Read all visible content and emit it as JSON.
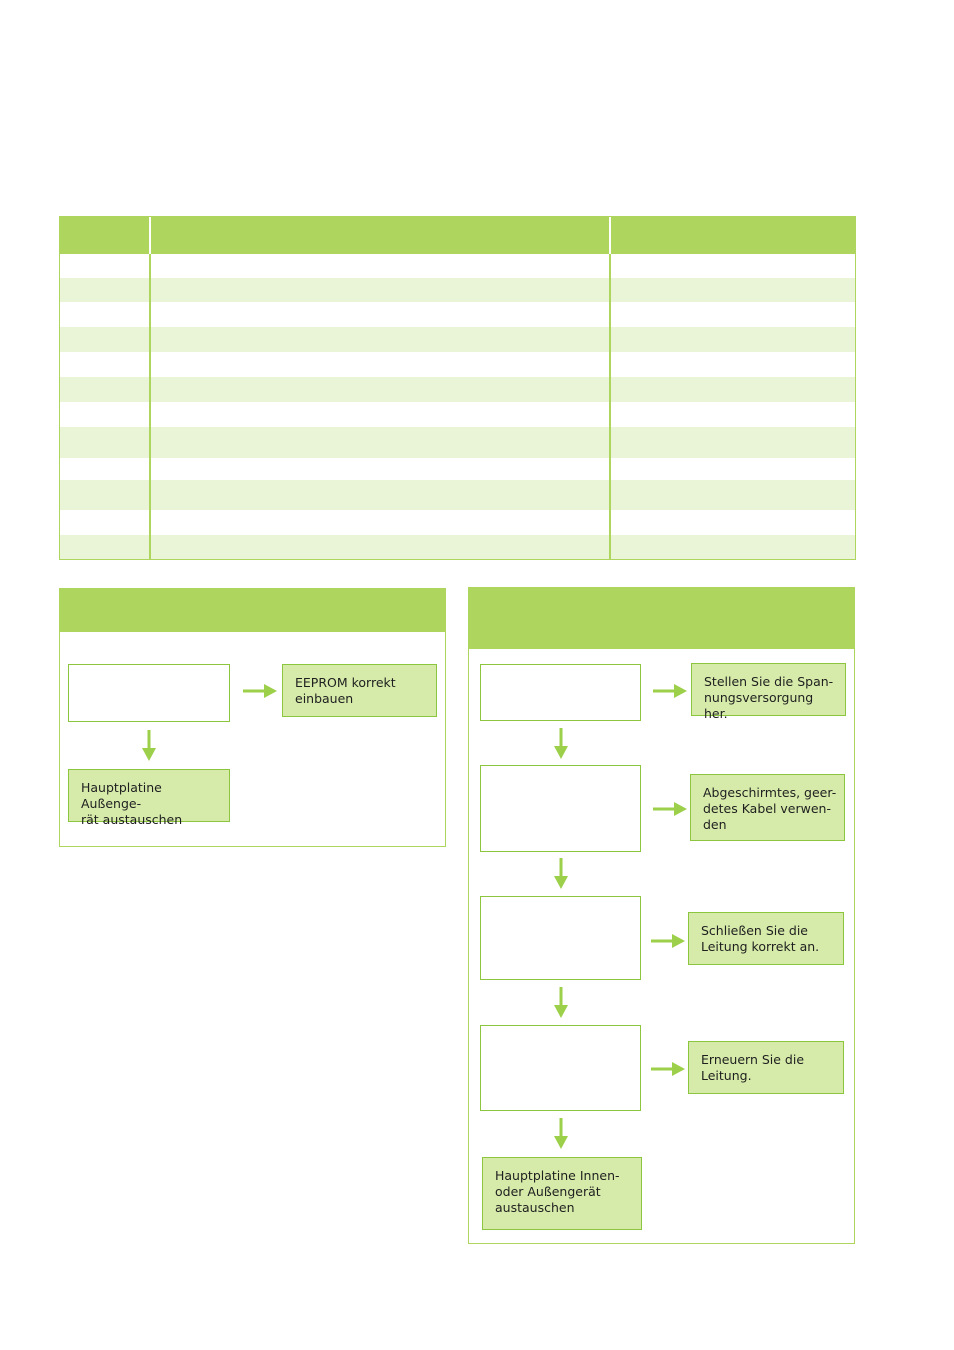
{
  "colors": {
    "accent": "#aed65f",
    "row_alt": "#e9f5d6",
    "node_fill": "#d6ebaa"
  },
  "panel_left": {
    "target_node": {
      "label": "EEPROM korrekt\neinbauen"
    },
    "bottom_node": {
      "label": "Hauptplatine Außenge-\nrät austauschen"
    }
  },
  "panel_right": {
    "action_1": {
      "label": "Stellen Sie die Span-\nnungsversorgung her."
    },
    "action_2": {
      "label": "Abgeschirmtes, geer-\ndetes Kabel verwen-\nden"
    },
    "action_3": {
      "label": "Schließen Sie die\nLeitung korrekt an."
    },
    "action_4": {
      "label": "Erneuern Sie die\nLeitung."
    },
    "final_node": {
      "label": "Hauptplatine Innen-\noder Außengerät\naustauschen"
    }
  }
}
